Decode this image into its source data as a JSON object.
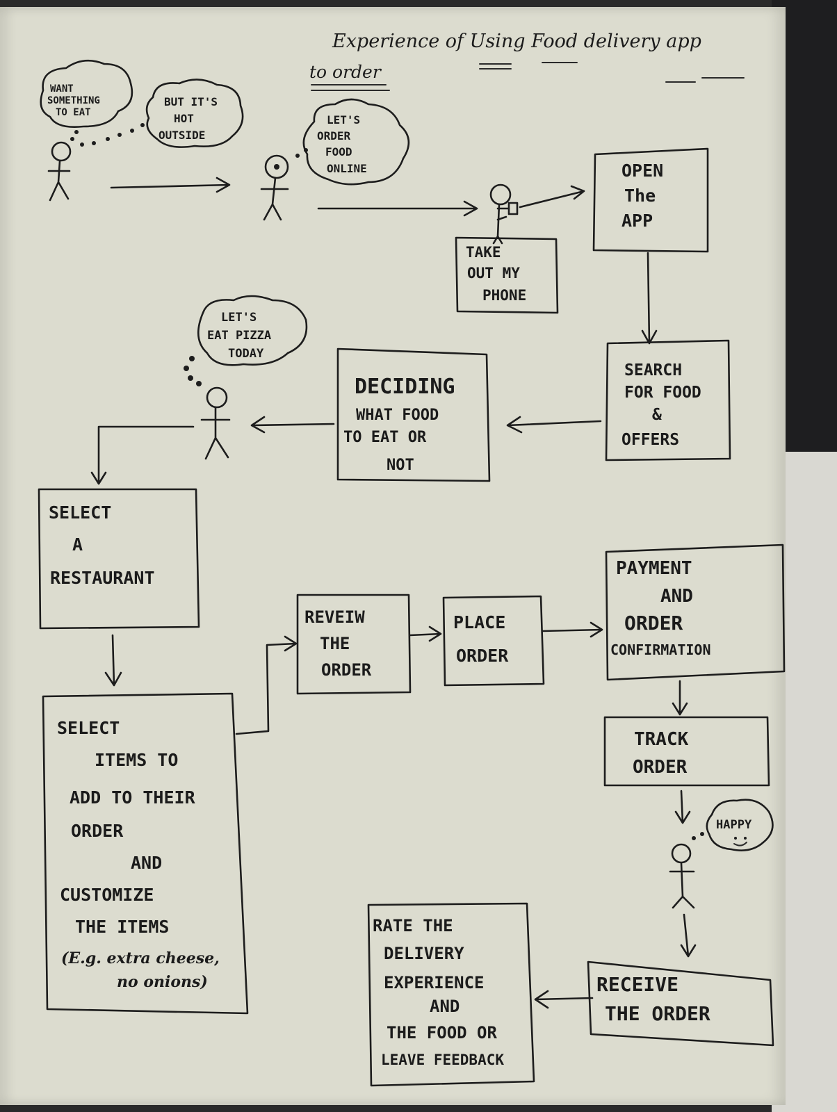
{
  "title": {
    "line1": "Experience of Using Food delivery app",
    "line2": "to order"
  },
  "bubbles": {
    "want": [
      "WANT",
      "SOMETHING",
      "TO EAT"
    ],
    "hot": [
      "BUT IT'S",
      "HOT",
      "OUTSIDE"
    ],
    "order_online": [
      "LET'S",
      "ORDER",
      "FOOD",
      "ONLINE"
    ],
    "pizza": [
      "LET'S",
      "EAT PIZZA",
      "TODAY"
    ],
    "happy": [
      "HAPPY"
    ]
  },
  "boxes": {
    "take_phone": [
      "TAKE",
      "OUT MY",
      "PHONE"
    ],
    "open_app": [
      "OPEN",
      "The",
      "APP"
    ],
    "search": [
      "SEARCH",
      "FOR FOOD",
      "&",
      "OFFERS"
    ],
    "deciding": [
      "DECIDING",
      "WHAT FOOD",
      "TO EAT  OR",
      "NOT"
    ],
    "select_restaurant": [
      "SELECT",
      "A",
      "RESTAURANT"
    ],
    "select_items": [
      "SELECT",
      "ITEMS TO",
      "ADD TO THEIR",
      "ORDER",
      "AND",
      "CUSTOMIZE",
      "THE  ITEMS",
      "(E.g. extra cheese,",
      "no onions)"
    ],
    "review": [
      "REVEIW",
      "THE",
      "ORDER"
    ],
    "place": [
      "PLACE",
      "ORDER"
    ],
    "payment": [
      "PAYMENT",
      "AND",
      "ORDER",
      "CONFIRMATION"
    ],
    "track": [
      "TRACK",
      "ORDER"
    ],
    "receive": [
      "RECEIVE",
      "THE ORDER"
    ],
    "rate": [
      "RATE  THE",
      "DELIVERY",
      "EXPERIENCE",
      "AND",
      "THE FOOD OR",
      "LEAVE FEEDBACK"
    ]
  }
}
